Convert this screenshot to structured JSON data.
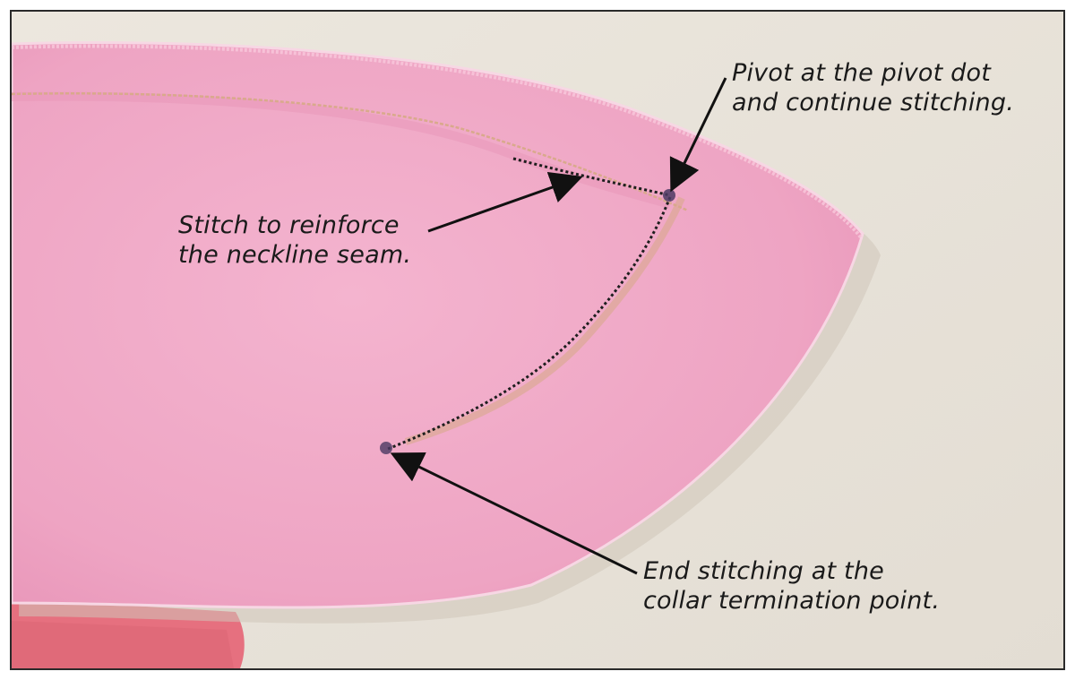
{
  "captions": {
    "pivot_line1": "Pivot at the pivot dot",
    "pivot_line2": "and continue stitching.",
    "reinforce_line1": "Stitch to reinforce",
    "reinforce_line2": "the neckline seam.",
    "end_line1": "End stitching at the",
    "end_line2": "collar termination point."
  },
  "colors": {
    "background_fabric": "#e9e4dc",
    "collar_pink": "#f0a9c6",
    "under_fabric": "#e8707e",
    "stitch_line": "#1e1e1e",
    "thread": "#d9a98c",
    "pivot_dot": "#4b3a63"
  }
}
